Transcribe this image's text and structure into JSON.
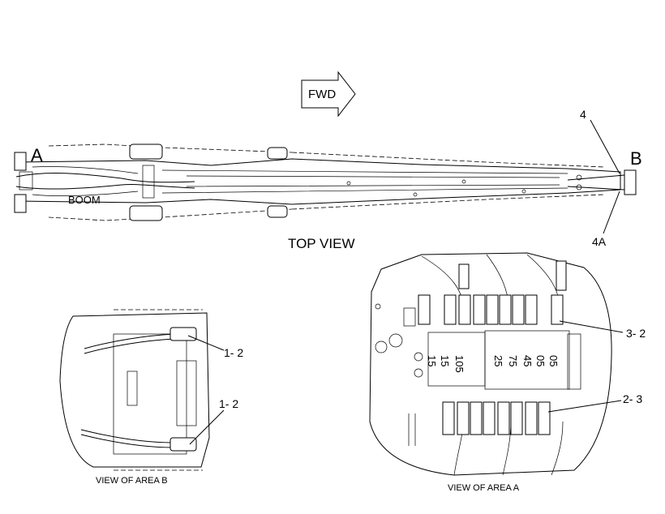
{
  "labels": {
    "fwd": "FWD",
    "callout_a": "A",
    "callout_b": "B",
    "boom": "BOOM",
    "top_view": "TOP VIEW",
    "item_4": "4",
    "item_4a": "4A",
    "view_area_b": "VIEW OF AREA B",
    "view_area_a": "VIEW OF AREA A",
    "item_1_2_top": "1- 2",
    "item_1_2_bottom": "1- 2",
    "item_3_2": "3- 2",
    "item_2_3": "2- 3"
  },
  "block_numbers": [
    "15",
    "15",
    "105",
    "25",
    "75",
    "45",
    "05",
    "05"
  ],
  "colors": {
    "ink": "#000000",
    "paper": "#ffffff"
  }
}
